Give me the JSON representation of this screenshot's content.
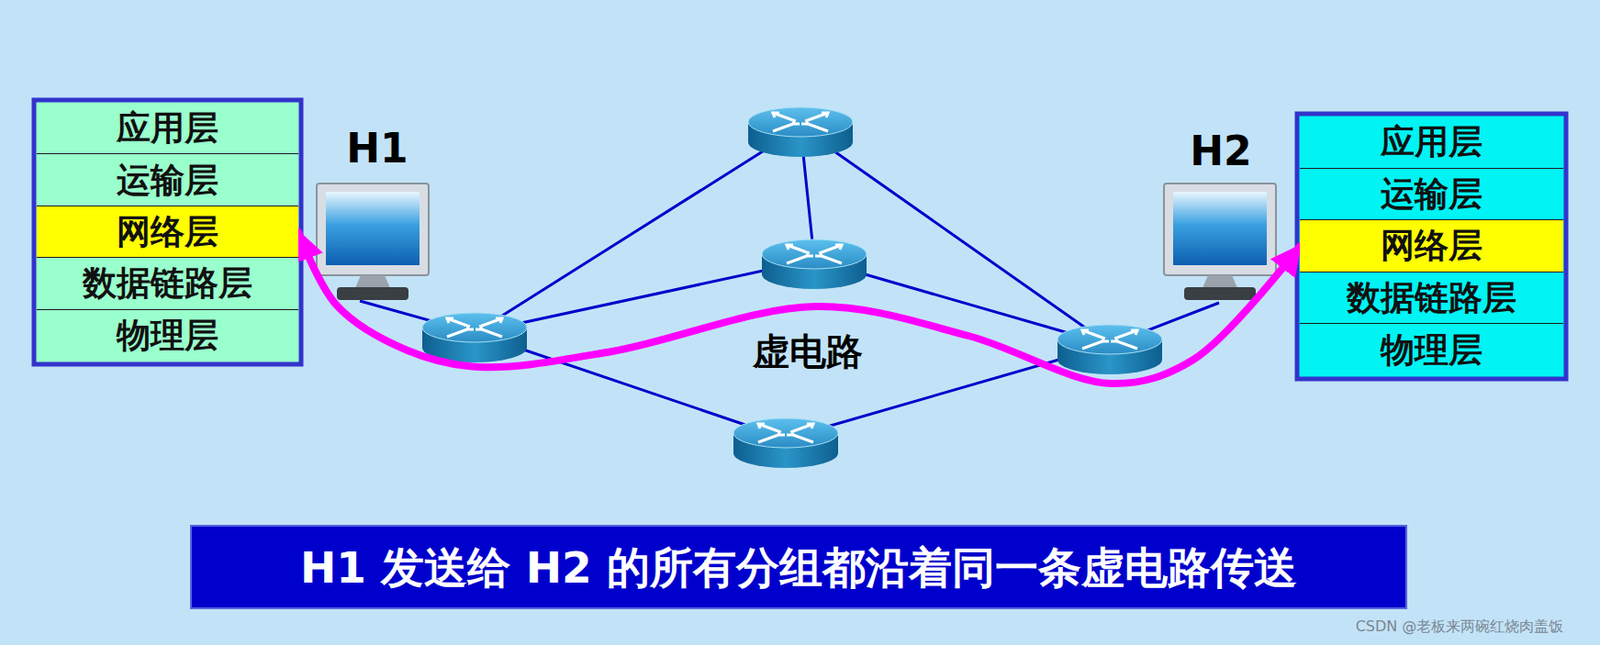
{
  "diagram": {
    "caption": "H1 发送给 H2 的所有分组都沿着同一条虚电路传送",
    "nodes": [
      {
        "text": [
          "应用层"
        ]
      },
      {
        "text": [
          "运输层"
        ]
      },
      {
        "text": [
          "网络层"
        ]
      },
      {
        "text": [
          "数据链路层"
        ]
      },
      {
        "text": [
          "物理层"
        ]
      },
      {
        "text": [
          "应用层"
        ]
      },
      {
        "text": [
          "运输层"
        ]
      },
      {
        "text": [
          "网络层"
        ]
      },
      {
        "text": [
          "数据链路层"
        ]
      },
      {
        "text": [
          "物理层"
        ]
      }
    ],
    "edges": [
      {
        "from": 2,
        "to": 7,
        "arrow": "both"
      }
    ],
    "labels": [
      "H1",
      "H2",
      "虚电路",
      "CSDN @老板来两碗红烧肉盖饭"
    ]
  }
}
